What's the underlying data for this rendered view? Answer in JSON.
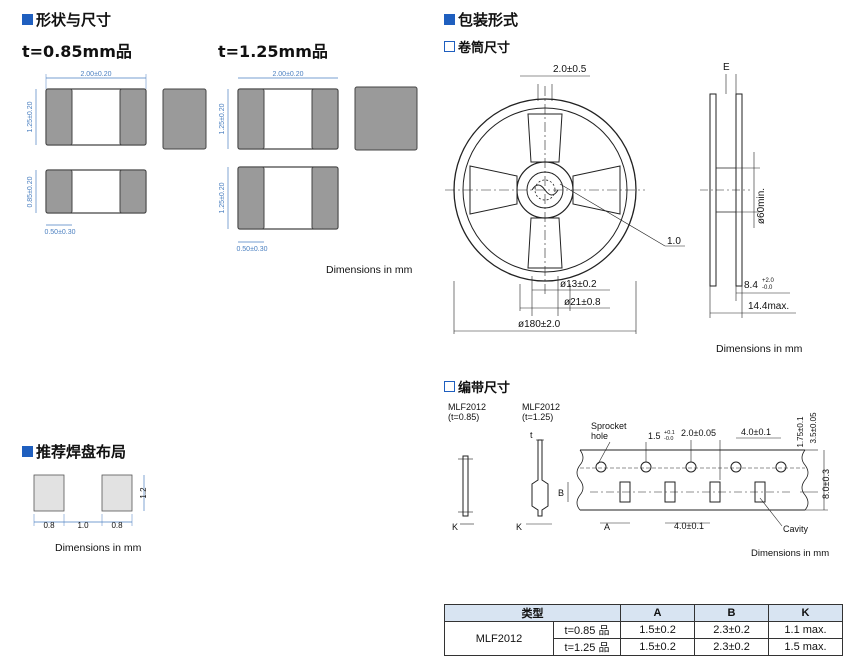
{
  "shape": {
    "title": "形状与尺寸",
    "t085": "t=0.85mm品",
    "t125": "t=1.25mm品",
    "dim_200": "2.00±0.20",
    "dim_125": "1.25±0.20",
    "dim_085": "0.85±0.20",
    "dim_050": "0.50±0.30",
    "note": "Dimensions in mm"
  },
  "packing": {
    "title": "包装形式",
    "reel_title": "卷筒尺寸",
    "reel": {
      "top_dim": "2.0±0.5",
      "e_label": "E",
      "d60": "ø60min.",
      "d1": "1.0",
      "d13": "ø13±0.2",
      "d21": "ø21±0.8",
      "d180": "ø180±2.0",
      "w84": "8.4",
      "w84_plus": "+2.0",
      "w84_minus": "-0.0",
      "w144": "14.4max.",
      "note": "Dimensions in mm"
    },
    "tape_title": "编带尺寸",
    "tape": {
      "mlf1": "MLF2012",
      "mlf1_t": "(t=0.85)",
      "mlf2": "MLF2012",
      "mlf2_t": "(t=1.25)",
      "t_label": "t",
      "k_label": "K",
      "sprocket1": "Sprocket",
      "sprocket2": "hole",
      "p15": "1.5",
      "p15_plus": "+0.1",
      "p15_minus": "-0.0",
      "p20": "2.0±0.05",
      "p40a": "4.0±0.1",
      "d175": "1.75±0.1",
      "d35": "3.5±0.05",
      "d80": "8.0±0.3",
      "b_label": "B",
      "a_label": "A",
      "p40b": "4.0±0.1",
      "cavity": "Cavity",
      "note": "Dimensions in mm"
    }
  },
  "land": {
    "title": "推荐焊盘布局",
    "d08a": "0.8",
    "d10": "1.0",
    "d08b": "0.8",
    "d12": "1.2",
    "note": "Dimensions in mm"
  },
  "table": {
    "h_type": "类型",
    "h_a": "A",
    "h_b": "B",
    "h_k": "K",
    "model": "MLF2012",
    "rows": [
      {
        "t": "t=0.85 品",
        "a": "1.5±0.2",
        "b": "2.3±0.2",
        "k": "1.1 max."
      },
      {
        "t": "t=1.25 品",
        "a": "1.5±0.2",
        "b": "2.3±0.2",
        "k": "1.5 max."
      }
    ]
  },
  "colors": {
    "accent": "#1f5fbf",
    "electrode": "#9a9a9a",
    "dim_blue": "#4a7fc0",
    "table_header": "#d8e4f2"
  }
}
